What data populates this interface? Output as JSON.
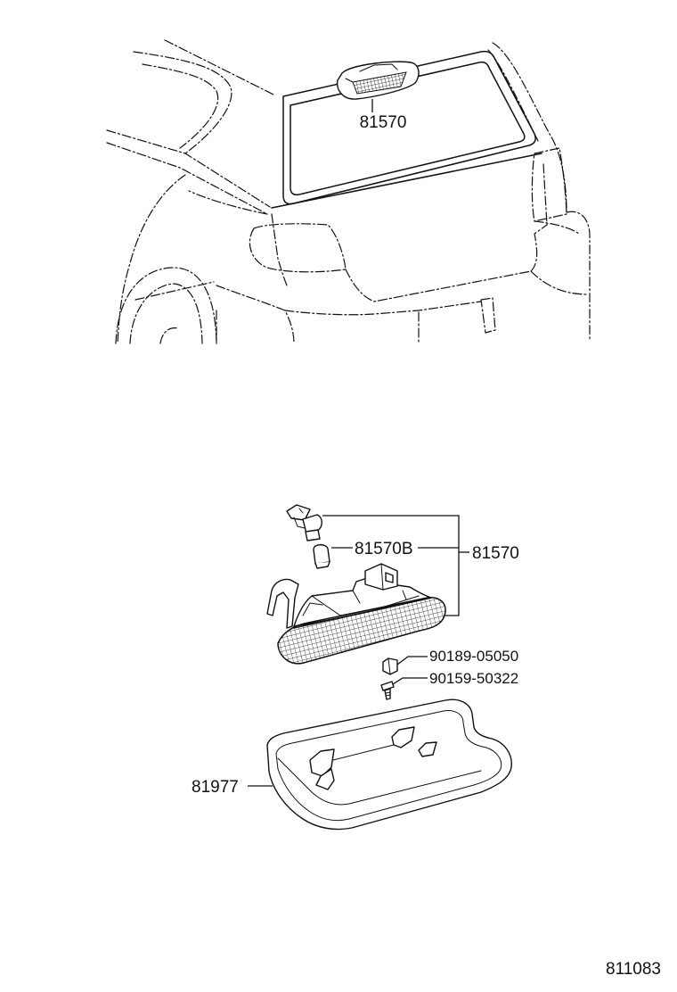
{
  "diagram": {
    "callouts": {
      "lamp_on_vehicle": "81570",
      "bulb": "81570B",
      "lamp_assembly": "81570",
      "clip": "90189-05050",
      "screw": "90159-50322",
      "cover": "81977"
    },
    "figure_number": "811083"
  }
}
